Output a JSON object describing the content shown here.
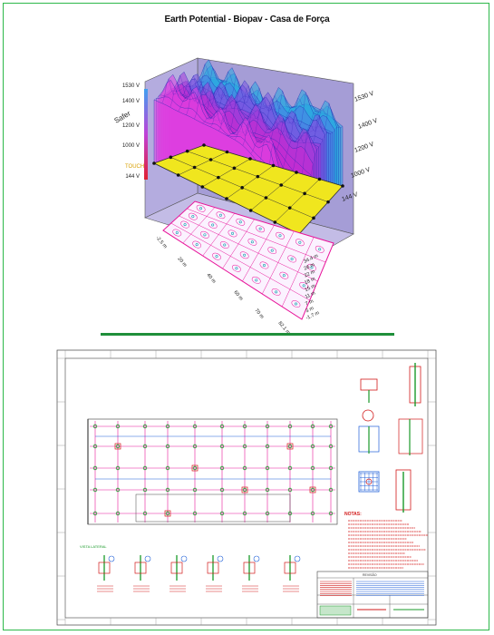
{
  "title": "Earth Potential - Biopav - Casa de Força",
  "plot3d": {
    "left_axis_ticks": [
      "1530 V",
      "1400 V",
      "1200 V",
      "1000 V",
      "144 V"
    ],
    "left_axis_label_safer": "Safer",
    "left_axis_label_touch": "TOUCH",
    "right_axis_ticks": [
      "1530 V",
      "1400 V",
      "1200 V",
      "1000 V",
      "144 V"
    ],
    "bottom_axis_ticks": [
      "-2.5 m",
      "20 m",
      "40 m",
      "60 m",
      "70 m",
      "82.1 m"
    ],
    "depth_axis_ticks": [
      "34.4 m",
      "26 m",
      "22 m",
      "18 m",
      "15 m",
      "11 m",
      "7 m",
      "3 m",
      "-1.7 m"
    ],
    "colors": {
      "surface_top": "#2a8bd8",
      "surface_mid": "#c02ad6",
      "plate": "#f0e61e",
      "wall": "#9a8fd0"
    }
  },
  "drawing": {
    "title_block": {
      "header": "REVISÃO"
    },
    "legend_title": "VISTA LATERAL",
    "notes_title": "NOTAS:",
    "colors": {
      "grid": "#e8169a",
      "lines": "#1e5fd8",
      "accent": "#1a9a2a",
      "text": "#d21a1a"
    }
  }
}
